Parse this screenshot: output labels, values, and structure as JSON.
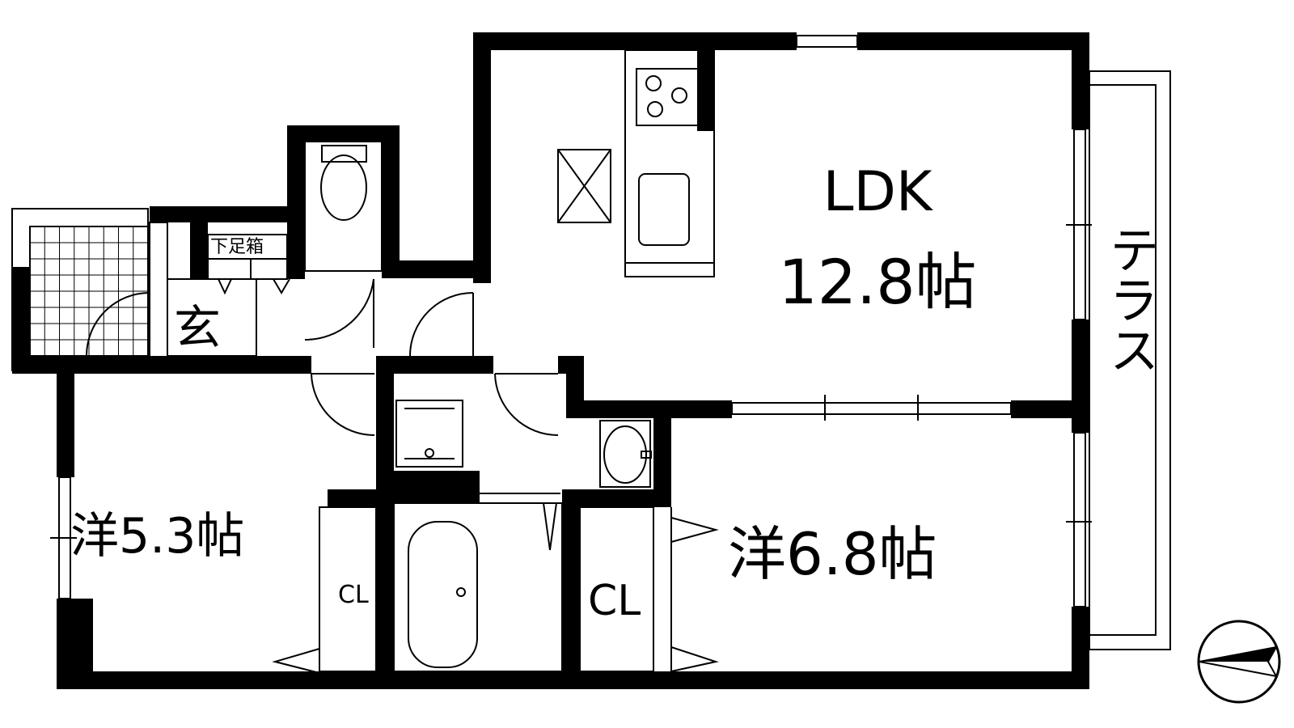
{
  "rooms": {
    "ldk_name": "LDK",
    "ldk_size": "12.8帖",
    "western1": "洋5.3帖",
    "western2": "洋6.8帖",
    "entrance": "玄",
    "shoe_box": "下足箱",
    "closet1": "CL",
    "closet2": "CL",
    "terrace": "テラス"
  }
}
